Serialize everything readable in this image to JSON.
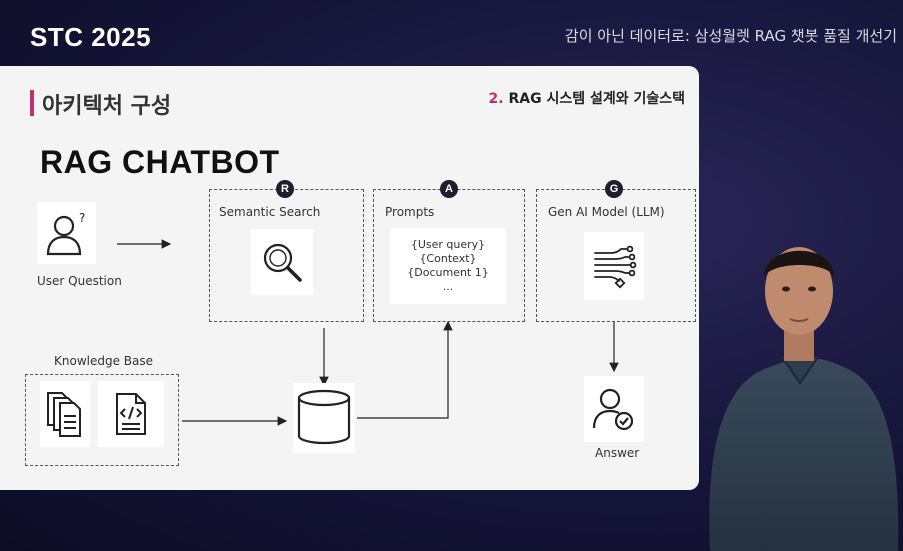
{
  "header": {
    "event": "STC 2025",
    "talk_title": "감이 아닌 데이터로: 삼성월렛 RAG 챗봇 품질 개선기"
  },
  "slide": {
    "title": "아키텍처 구성",
    "section_num": "2.",
    "section_text": "RAG 시스템 설계와 기술스택",
    "heading": "RAG CHATBOT",
    "user_label": "User Question",
    "search": {
      "badge": "R",
      "title": "Semantic Search"
    },
    "prompts": {
      "badge": "A",
      "title": "Prompts",
      "line1": "{User query}",
      "line2": "{Context}",
      "line3": "{Document 1}",
      "line4": "..."
    },
    "gen": {
      "badge": "G",
      "title": "Gen AI Model (LLM)"
    },
    "kb_label": "Knowledge Base",
    "answer_label": "Answer"
  },
  "colors": {
    "accent": "#c1306a",
    "badge": "#1e1e30"
  },
  "icons": [
    "user-question-icon",
    "search-icon",
    "llm-flow-icon",
    "documents-icon",
    "code-file-icon",
    "database-icon",
    "user-check-icon"
  ]
}
